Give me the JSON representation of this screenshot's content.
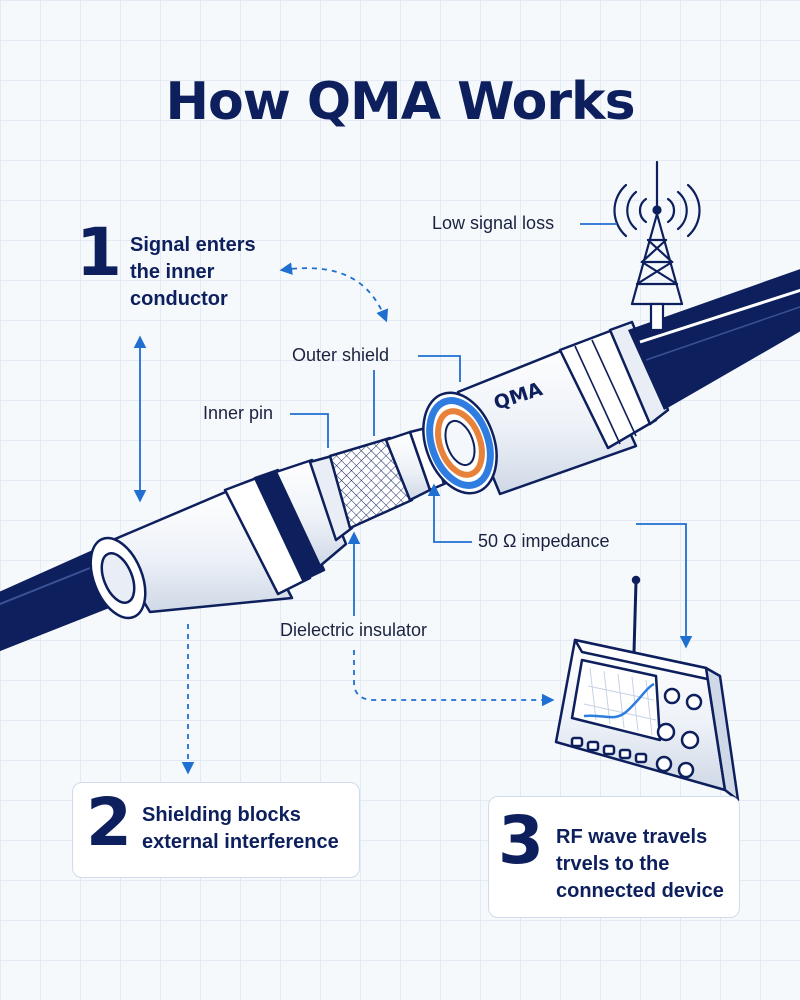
{
  "title": "How QMA Works",
  "connector_brand": "QMA",
  "steps": [
    {
      "number": "1",
      "text_line1": "Signal enters",
      "text_line2": "the inner",
      "text_line3": "conductor"
    },
    {
      "number": "2",
      "text_line1": "Shielding blocks",
      "text_line2": "external interference"
    },
    {
      "number": "3",
      "text_line1": "RF wave travels",
      "text_line2": "trvels to the",
      "text_line3": "connected device"
    }
  ],
  "labels": {
    "low_signal_loss": "Low signal loss",
    "outer_shield": "Outer shield",
    "inner_pin": "Inner pin",
    "impedance": "50 Ω impedance",
    "dielectric": "Dielectric insulator"
  },
  "colors": {
    "navy": "#0d1f5c",
    "accent_blue": "#1f6fd1",
    "orange": "#e8823a",
    "ring_blue": "#2f7de1"
  },
  "icons": [
    "radio-tower-icon",
    "rf-analyzer-device-icon"
  ]
}
